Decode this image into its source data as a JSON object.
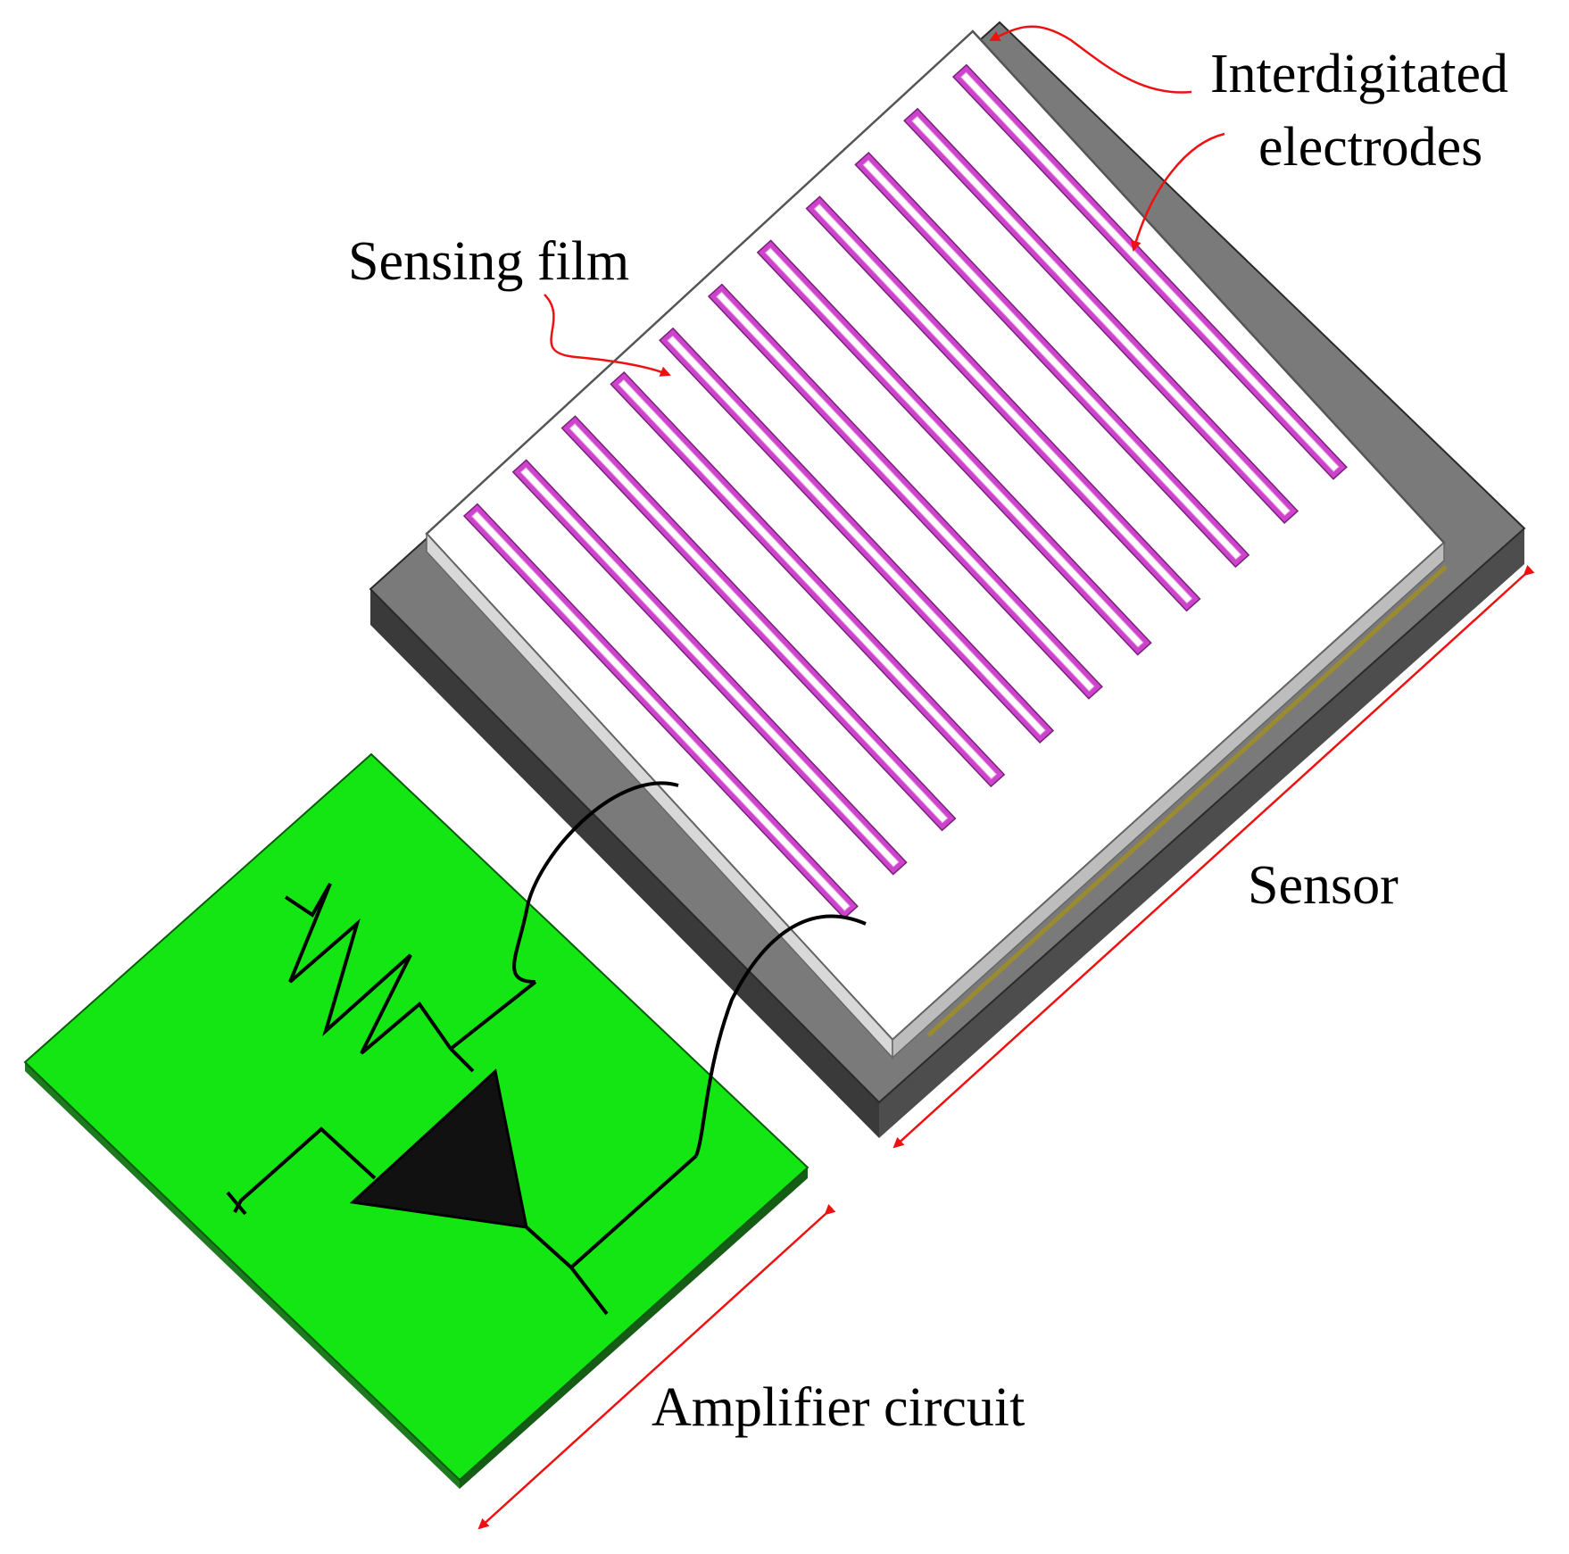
{
  "labels": {
    "interdigitated_line1": "Interdigitated",
    "interdigitated_line2": "electrodes",
    "sensing_film": "Sensing film",
    "sensor": "Sensor",
    "amplifier_circuit": "Amplifier circuit"
  },
  "colors": {
    "substrate_top": "#7a7a7a",
    "substrate_side_dark": "#3a3a3a",
    "substrate_side_mid": "#4d4d4d",
    "electrode_frame": "#ffffff",
    "sensing_film": "#cc44cc",
    "sensing_film_light": "#e58ae0",
    "circuit_board": "#13e613",
    "circuit_board_edge": "#1e7a1e",
    "annotation_arrow": "#ee1111",
    "schematic": "#000000"
  }
}
